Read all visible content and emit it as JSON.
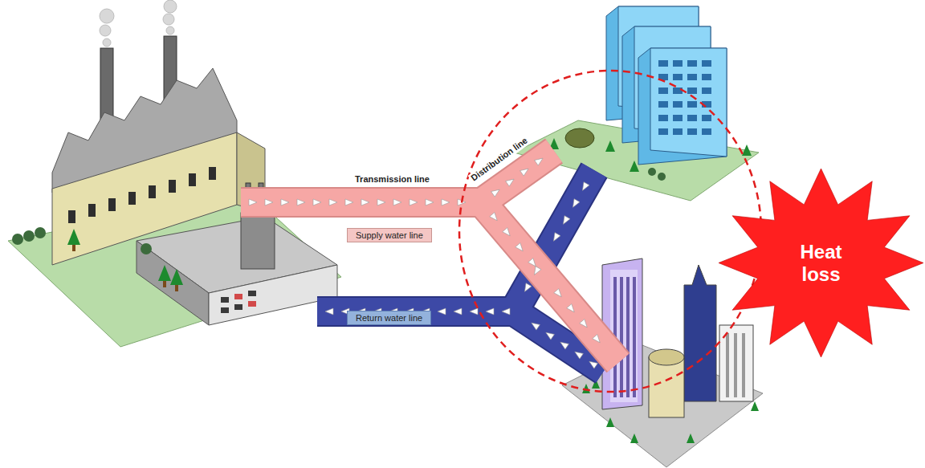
{
  "diagram": {
    "nodes": [
      {
        "text": [
          "Supply water line"
        ]
      },
      {
        "text": [
          "Return water line"
        ]
      },
      {
        "text": [
          "Heat loss"
        ]
      }
    ],
    "labels": [
      "Transmission line",
      "Distribution line"
    ]
  }
}
